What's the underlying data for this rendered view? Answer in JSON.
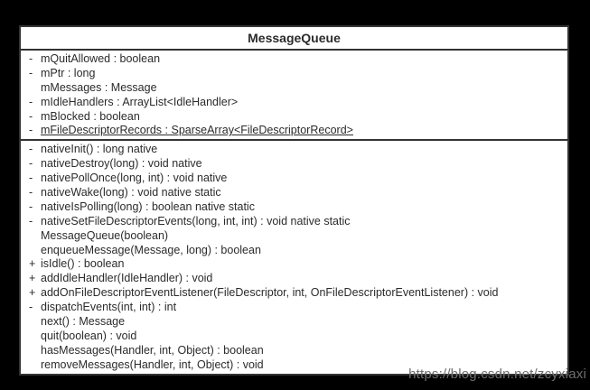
{
  "uml_class": {
    "title": "MessageQueue",
    "fields": [
      {
        "visibility": "-",
        "text": "mQuitAllowed : boolean",
        "underline": false
      },
      {
        "visibility": "-",
        "text": "mPtr : long",
        "underline": false
      },
      {
        "visibility": "",
        "text": "mMessages : Message",
        "underline": false
      },
      {
        "visibility": "-",
        "text": "mIdleHandlers : ArrayList<IdleHandler>",
        "underline": false
      },
      {
        "visibility": "-",
        "text": "mBlocked : boolean",
        "underline": false
      },
      {
        "visibility": "-",
        "text": "mFileDescriptorRecords : SparseArray<FileDescriptorRecord>",
        "underline": true
      }
    ],
    "methods": [
      {
        "visibility": "-",
        "text": "nativeInit() : long native",
        "underline": false
      },
      {
        "visibility": "-",
        "text": "nativeDestroy(long) : void native",
        "underline": false
      },
      {
        "visibility": "-",
        "text": "nativePollOnce(long, int) : void native",
        "underline": false
      },
      {
        "visibility": "-",
        "text": "nativeWake(long) : void native static",
        "underline": false
      },
      {
        "visibility": "-",
        "text": "nativeIsPolling(long) : boolean native static",
        "underline": false
      },
      {
        "visibility": "-",
        "text": "nativeSetFileDescriptorEvents(long, int, int) : void native static",
        "underline": false
      },
      {
        "visibility": "",
        "text": "MessageQueue(boolean)",
        "underline": false
      },
      {
        "visibility": "",
        "text": "enqueueMessage(Message, long) : boolean",
        "underline": false
      },
      {
        "visibility": "+",
        "text": "isIdle() : boolean",
        "underline": false
      },
      {
        "visibility": "+",
        "text": "addIdleHandler(IdleHandler) : void",
        "underline": false
      },
      {
        "visibility": "+",
        "text": "addOnFileDescriptorEventListener(FileDescriptor, int, OnFileDescriptorEventListener) : void",
        "underline": false
      },
      {
        "visibility": "-",
        "text": "dispatchEvents(int, int) : int",
        "underline": false
      },
      {
        "visibility": "",
        "text": "next() : Message",
        "underline": false
      },
      {
        "visibility": "",
        "text": "quit(boolean) : void",
        "underline": false
      },
      {
        "visibility": "",
        "text": "hasMessages(Handler, int, Object) : boolean",
        "underline": false
      },
      {
        "visibility": "",
        "text": "removeMessages(Handler, int, Object) : void",
        "underline": false
      }
    ]
  },
  "watermark": {
    "text": "https://blog.csdn.net/zcyxiaxi"
  },
  "colors": {
    "background": "#000000",
    "box_fill": "#ffffff",
    "border": "#333333",
    "text": "#2b2b2b",
    "watermark": "#6f6f6f"
  }
}
